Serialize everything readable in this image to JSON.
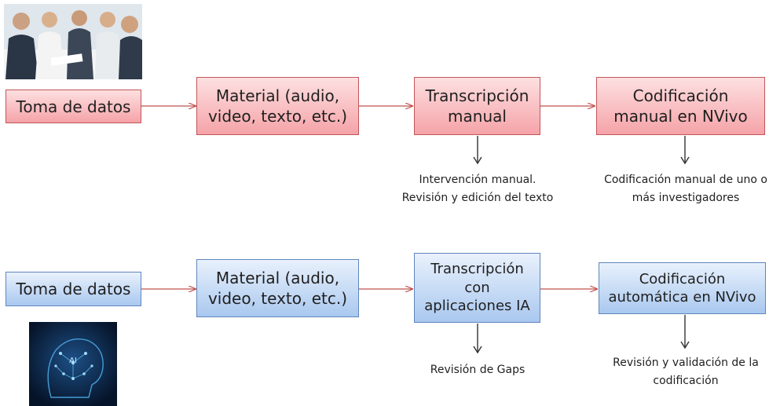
{
  "colors": {
    "red_fill": "#f5a3a8",
    "red_border": "#c25559",
    "blue_fill": "#a9c8ef",
    "blue_border": "#5f86bd",
    "arrow_red": "#c0504d",
    "arrow_dark": "#333333"
  },
  "icons": {
    "top": "business-meeting-photo",
    "bottom": "ai-brain-image"
  },
  "top_flow": {
    "step1": "Toma de datos",
    "step2_l1": "Material (audio,",
    "step2_l2": "video, texto, etc.)",
    "step3_l1": "Transcripción",
    "step3_l2": "manual",
    "step4_l1": "Codificación",
    "step4_l2": "manual en NVivo",
    "note3_l1": "Intervención manual.",
    "note3_l2": "Revisión y edición del texto",
    "note4_l1": "Codificación manual de uno o",
    "note4_l2": "más investigadores"
  },
  "bottom_flow": {
    "step1": "Toma de datos",
    "step2_l1": "Material (audio,",
    "step2_l2": "video, texto, etc.)",
    "step3_l1": "Transcripción",
    "step3_l2": "con",
    "step3_l3": "aplicaciones IA",
    "step4_l1": "Codificación",
    "step4_l2": "automática en NVivo",
    "note3_l1": "Revisión de Gaps",
    "note4_l1": "Revisión y validación de la",
    "note4_l2": "codificación",
    "ai_label": "AI"
  }
}
